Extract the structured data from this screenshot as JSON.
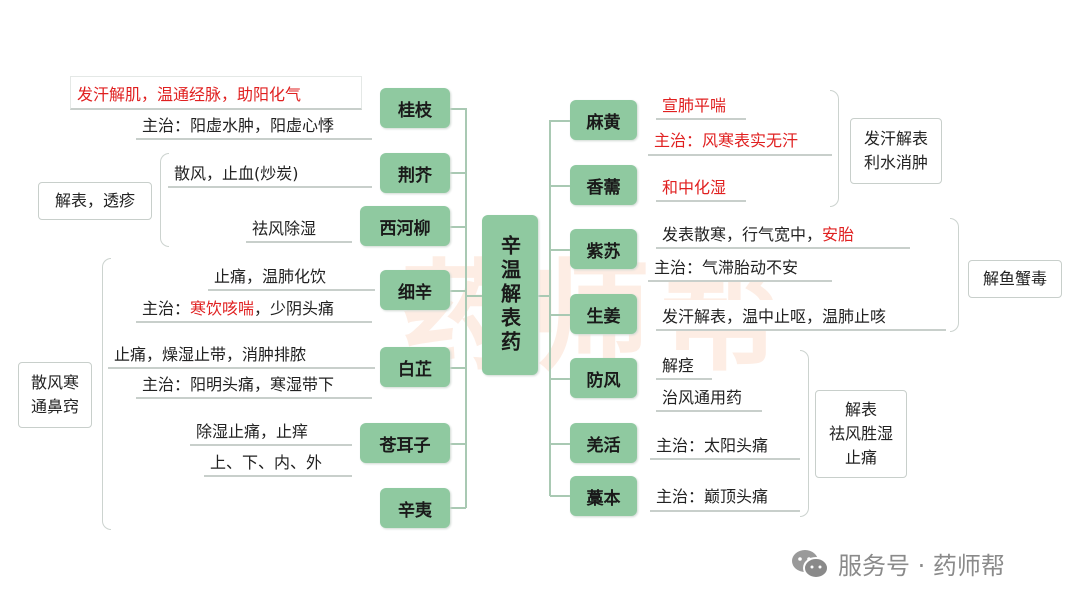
{
  "watermark": "药师帮",
  "center": "辛温解表药",
  "left": [
    {
      "name": "桂枝",
      "texts": [
        {
          "t": "发汗解肌，温通经脉，助阳化气",
          "red": true
        },
        {
          "t": "主治：阳虚水肿，阳虚心悸"
        }
      ]
    },
    {
      "name": "荆芥",
      "texts": [
        {
          "t": "散风，止血(炒炭)"
        }
      ]
    },
    {
      "name": "西河柳",
      "texts": [
        {
          "t": "祛风除湿"
        }
      ]
    },
    {
      "name": "细辛",
      "texts": [
        {
          "t": "止痛，温肺化饮"
        },
        {
          "pre": "主治：",
          "red": "寒饮咳喘",
          "post": "，少阴头痛"
        }
      ]
    },
    {
      "name": "白芷",
      "texts": [
        {
          "t": "止痛，燥湿止带，消肿排脓"
        },
        {
          "t": "主治：阳明头痛，寒湿带下"
        }
      ]
    },
    {
      "name": "苍耳子",
      "texts": [
        {
          "t": "除湿止痛，止痒"
        },
        {
          "t": "上、下、内、外"
        }
      ]
    },
    {
      "name": "辛夷"
    }
  ],
  "left_groups": {
    "g1": "解表，透疹",
    "g2": [
      "散风寒",
      "通鼻窍"
    ]
  },
  "right": [
    {
      "name": "麻黄",
      "texts": [
        {
          "t": "宣肺平喘"
        },
        {
          "t": "主治：风寒表实无汗"
        }
      ]
    },
    {
      "name": "香薷",
      "texts": [
        {
          "t": "和中化湿"
        }
      ]
    },
    {
      "name": "紫苏",
      "texts": [
        {
          "pre": "发表散寒，行气宽中，",
          "red": "安胎"
        },
        {
          "t": "主治：气滞胎动不安"
        }
      ]
    },
    {
      "name": "生姜",
      "texts": [
        {
          "t": "发汗解表，温中止呕，温肺止咳"
        }
      ]
    },
    {
      "name": "防风",
      "texts": [
        {
          "t": "解痉"
        },
        {
          "t": "治风通用药"
        }
      ]
    },
    {
      "name": "羌活",
      "texts": [
        {
          "t": "主治：太阳头痛"
        }
      ]
    },
    {
      "name": "藁本",
      "texts": [
        {
          "t": "主治：巅顶头痛"
        }
      ]
    }
  ],
  "right_groups": {
    "g1": [
      "发汗解表",
      "利水消肿"
    ],
    "g2": "解鱼蟹毒",
    "g3": [
      "解表",
      "祛风胜湿",
      "止痛"
    ]
  },
  "footer": {
    "icon": "wechat-icon",
    "text": "服务号 · 药师帮"
  },
  "colors": {
    "node": "#8fc9a0",
    "red": "#e02020"
  }
}
